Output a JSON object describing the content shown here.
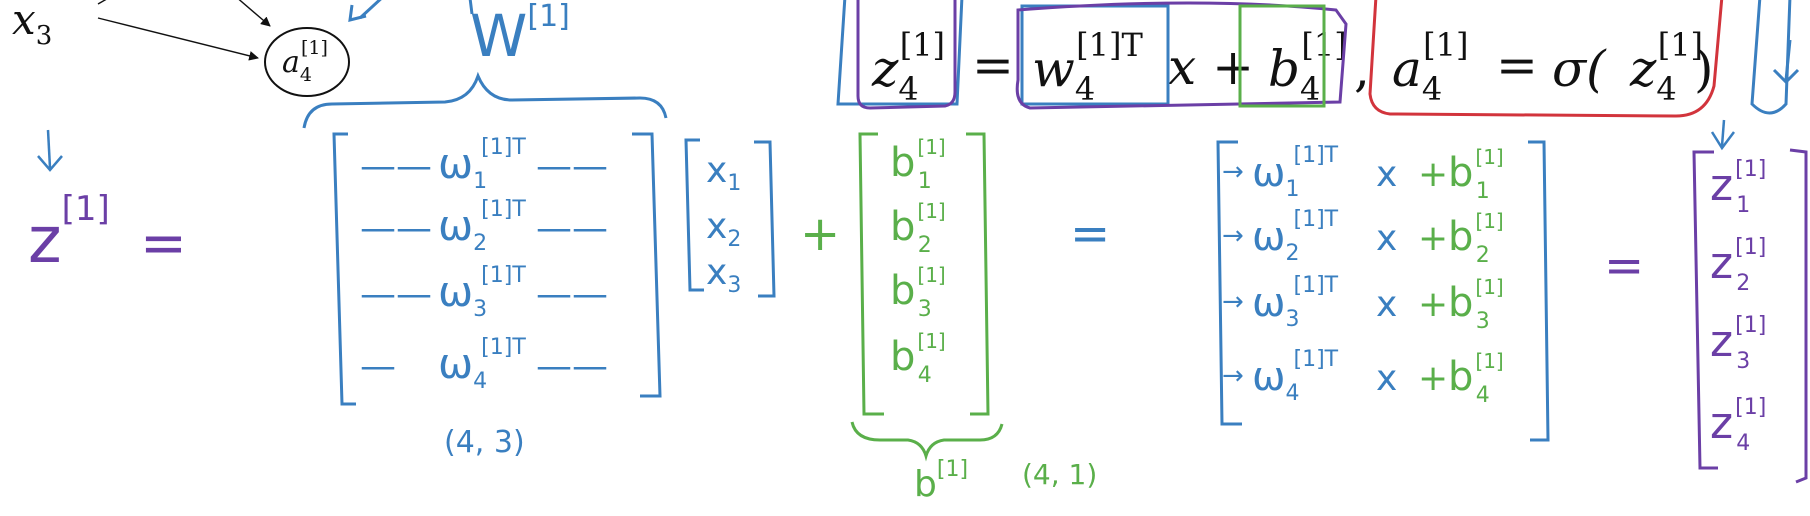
{
  "diagram": {
    "network_fragment": {
      "input_node": {
        "var": "x",
        "sub": "3"
      },
      "neuron": {
        "var": "a",
        "sub": "4",
        "sup": "[1]"
      }
    },
    "top_equation": {
      "z": {
        "var": "z",
        "sub": "4",
        "sup": "[1]"
      },
      "equals1": "=",
      "w": {
        "var": "w",
        "sub": "4",
        "sup": "[1]T"
      },
      "x_term": "x +",
      "b": {
        "var": "b",
        "sub": "4",
        "sup": "[1]"
      },
      "comma": ",",
      "a": {
        "var": "a",
        "sub": "4",
        "sup": "[1]"
      },
      "equals2": "=",
      "sigma": "σ(",
      "z_in": {
        "var": "z",
        "sub": "4",
        "sup": "[1]"
      },
      "close": ")"
    },
    "handwritten": {
      "W_label": {
        "text": "W",
        "sup": "[1]"
      },
      "z_vec": {
        "text": "z",
        "sup": "[1]"
      },
      "eq1": "=",
      "weight_rows": [
        {
          "dash_l": "——",
          "w": "ω",
          "sub": "1",
          "sup": "[1]T",
          "dash_r": "——"
        },
        {
          "dash_l": "——",
          "w": "ω",
          "sub": "2",
          "sup": "[1]T",
          "dash_r": "——"
        },
        {
          "dash_l": "——",
          "w": "ω",
          "sub": "3",
          "sup": "[1]T",
          "dash_r": "——"
        },
        {
          "dash_l": "—",
          "w": "ω",
          "sub": "4",
          "sup": "[1]T",
          "dash_r": "——"
        }
      ],
      "shape_W": "(4, 3)",
      "x_vec": [
        {
          "v": "x",
          "sub": "1"
        },
        {
          "v": "x",
          "sub": "2"
        },
        {
          "v": "x",
          "sub": "3"
        }
      ],
      "plus": "+",
      "b_vec": [
        {
          "v": "b",
          "sub": "1",
          "sup": "[1]"
        },
        {
          "v": "b",
          "sub": "2",
          "sup": "[1]"
        },
        {
          "v": "b",
          "sub": "3",
          "sup": "[1]"
        },
        {
          "v": "b",
          "sub": "4",
          "sup": "[1]"
        }
      ],
      "b_label": {
        "text": "b",
        "sup": "[1]"
      },
      "shape_b": "(4, 1)",
      "eq2": "=",
      "result_rows": [
        {
          "arrow": "→",
          "w": "ω",
          "sub": "1",
          "sup": "[1]T",
          "x": "x",
          "plus": "+",
          "b": "b",
          "bsub": "1",
          "bsup": "[1]"
        },
        {
          "arrow": "→",
          "w": "ω",
          "sub": "2",
          "sup": "[1]T",
          "x": "x",
          "plus": "+",
          "b": "b",
          "bsub": "2",
          "bsup": "[1]"
        },
        {
          "arrow": "→",
          "w": "ω",
          "sub": "3",
          "sup": "[1]T",
          "x": "x",
          "plus": "+",
          "b": "b",
          "bsub": "3",
          "bsup": "[1]"
        },
        {
          "arrow": "→",
          "w": "ω",
          "sub": "4",
          "sup": "[1]T",
          "x": "x",
          "plus": "+",
          "b": "b",
          "bsub": "4",
          "bsup": "[1]"
        }
      ],
      "eq3": "=",
      "z_rows": [
        {
          "v": "z",
          "sub": "1",
          "sup": "[1]"
        },
        {
          "v": "z",
          "sub": "2",
          "sup": "[1]"
        },
        {
          "v": "z",
          "sub": "3",
          "sup": "[1]"
        },
        {
          "v": "z",
          "sub": "4",
          "sup": "[1]"
        }
      ]
    }
  },
  "colors": {
    "ink_black": "#111111",
    "blue": "#3a7fc0",
    "purple": "#6b3fa6",
    "green": "#5aaf4a",
    "red": "#d2343c",
    "background": "#ffffff"
  }
}
